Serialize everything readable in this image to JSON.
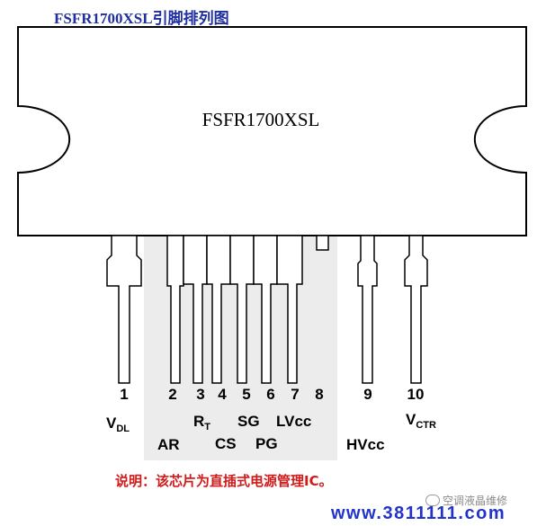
{
  "title": "FSFR1700XSL引脚排列图",
  "chip": {
    "label": "FSFR1700XSL"
  },
  "pins": [
    {
      "num": "1",
      "label": "V",
      "sub": "DL"
    },
    {
      "num": "2",
      "label": "AR",
      "sub": ""
    },
    {
      "num": "3",
      "label": "R",
      "sub": "T"
    },
    {
      "num": "4",
      "label": "CS",
      "sub": ""
    },
    {
      "num": "5",
      "label": "SG",
      "sub": ""
    },
    {
      "num": "6",
      "label": "PG",
      "sub": ""
    },
    {
      "num": "7",
      "label": "LVcc",
      "sub": ""
    },
    {
      "num": "8",
      "label": "",
      "sub": ""
    },
    {
      "num": "9",
      "label": "HVcc",
      "sub": ""
    },
    {
      "num": "10",
      "label": "V",
      "sub": "CTR"
    }
  ],
  "note": "说明：该芯片为直插式电源管理IC。",
  "watermark": {
    "wechat": "空调液晶维修",
    "url": "www.3811111.com"
  },
  "colors": {
    "title": "#1f2fa0",
    "note": "#d11a1a",
    "url": "#2233cc",
    "outline": "#000000",
    "shade": "#ececec"
  }
}
